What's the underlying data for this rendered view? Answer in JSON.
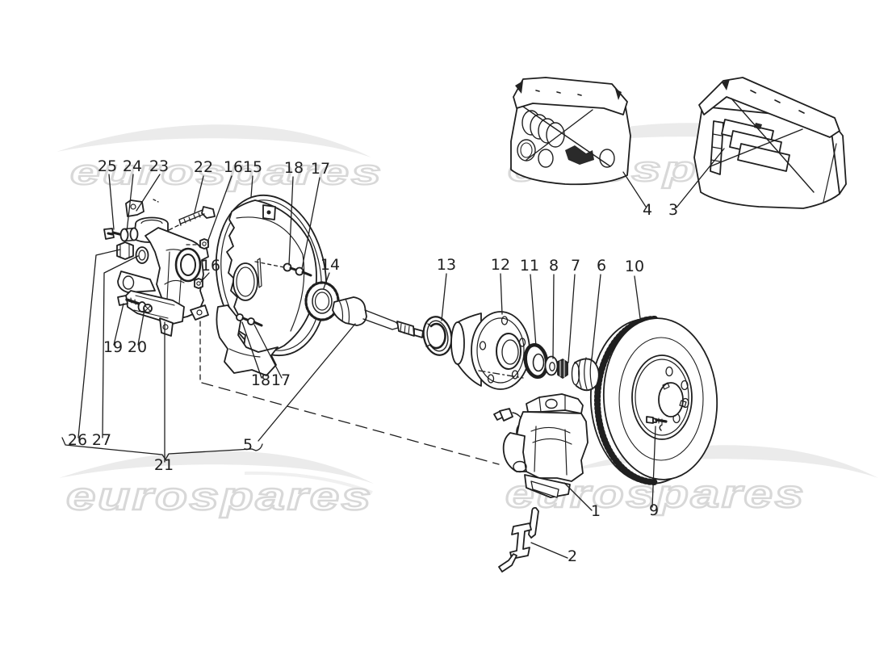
{
  "watermark": {
    "text": "eurospares",
    "outline_color": "#d6d6d6",
    "swoosh_color": "#ebebeb"
  },
  "ink_color": "#1f1f1f",
  "labels": [
    {
      "id": "25"
    },
    {
      "id": "24"
    },
    {
      "id": "23"
    },
    {
      "id": "22"
    },
    {
      "id": "16"
    },
    {
      "id": "15"
    },
    {
      "id": "18"
    },
    {
      "id": "17"
    },
    {
      "id": "14"
    },
    {
      "id": "16"
    },
    {
      "id": "13"
    },
    {
      "id": "12"
    },
    {
      "id": "11"
    },
    {
      "id": "8"
    },
    {
      "id": "7"
    },
    {
      "id": "6"
    },
    {
      "id": "10"
    },
    {
      "id": "19"
    },
    {
      "id": "20"
    },
    {
      "id": "18"
    },
    {
      "id": "17"
    },
    {
      "id": "26"
    },
    {
      "id": "27"
    },
    {
      "id": "21"
    },
    {
      "id": "5"
    },
    {
      "id": "4"
    },
    {
      "id": "3"
    },
    {
      "id": "1"
    },
    {
      "id": "9"
    },
    {
      "id": "2"
    }
  ]
}
